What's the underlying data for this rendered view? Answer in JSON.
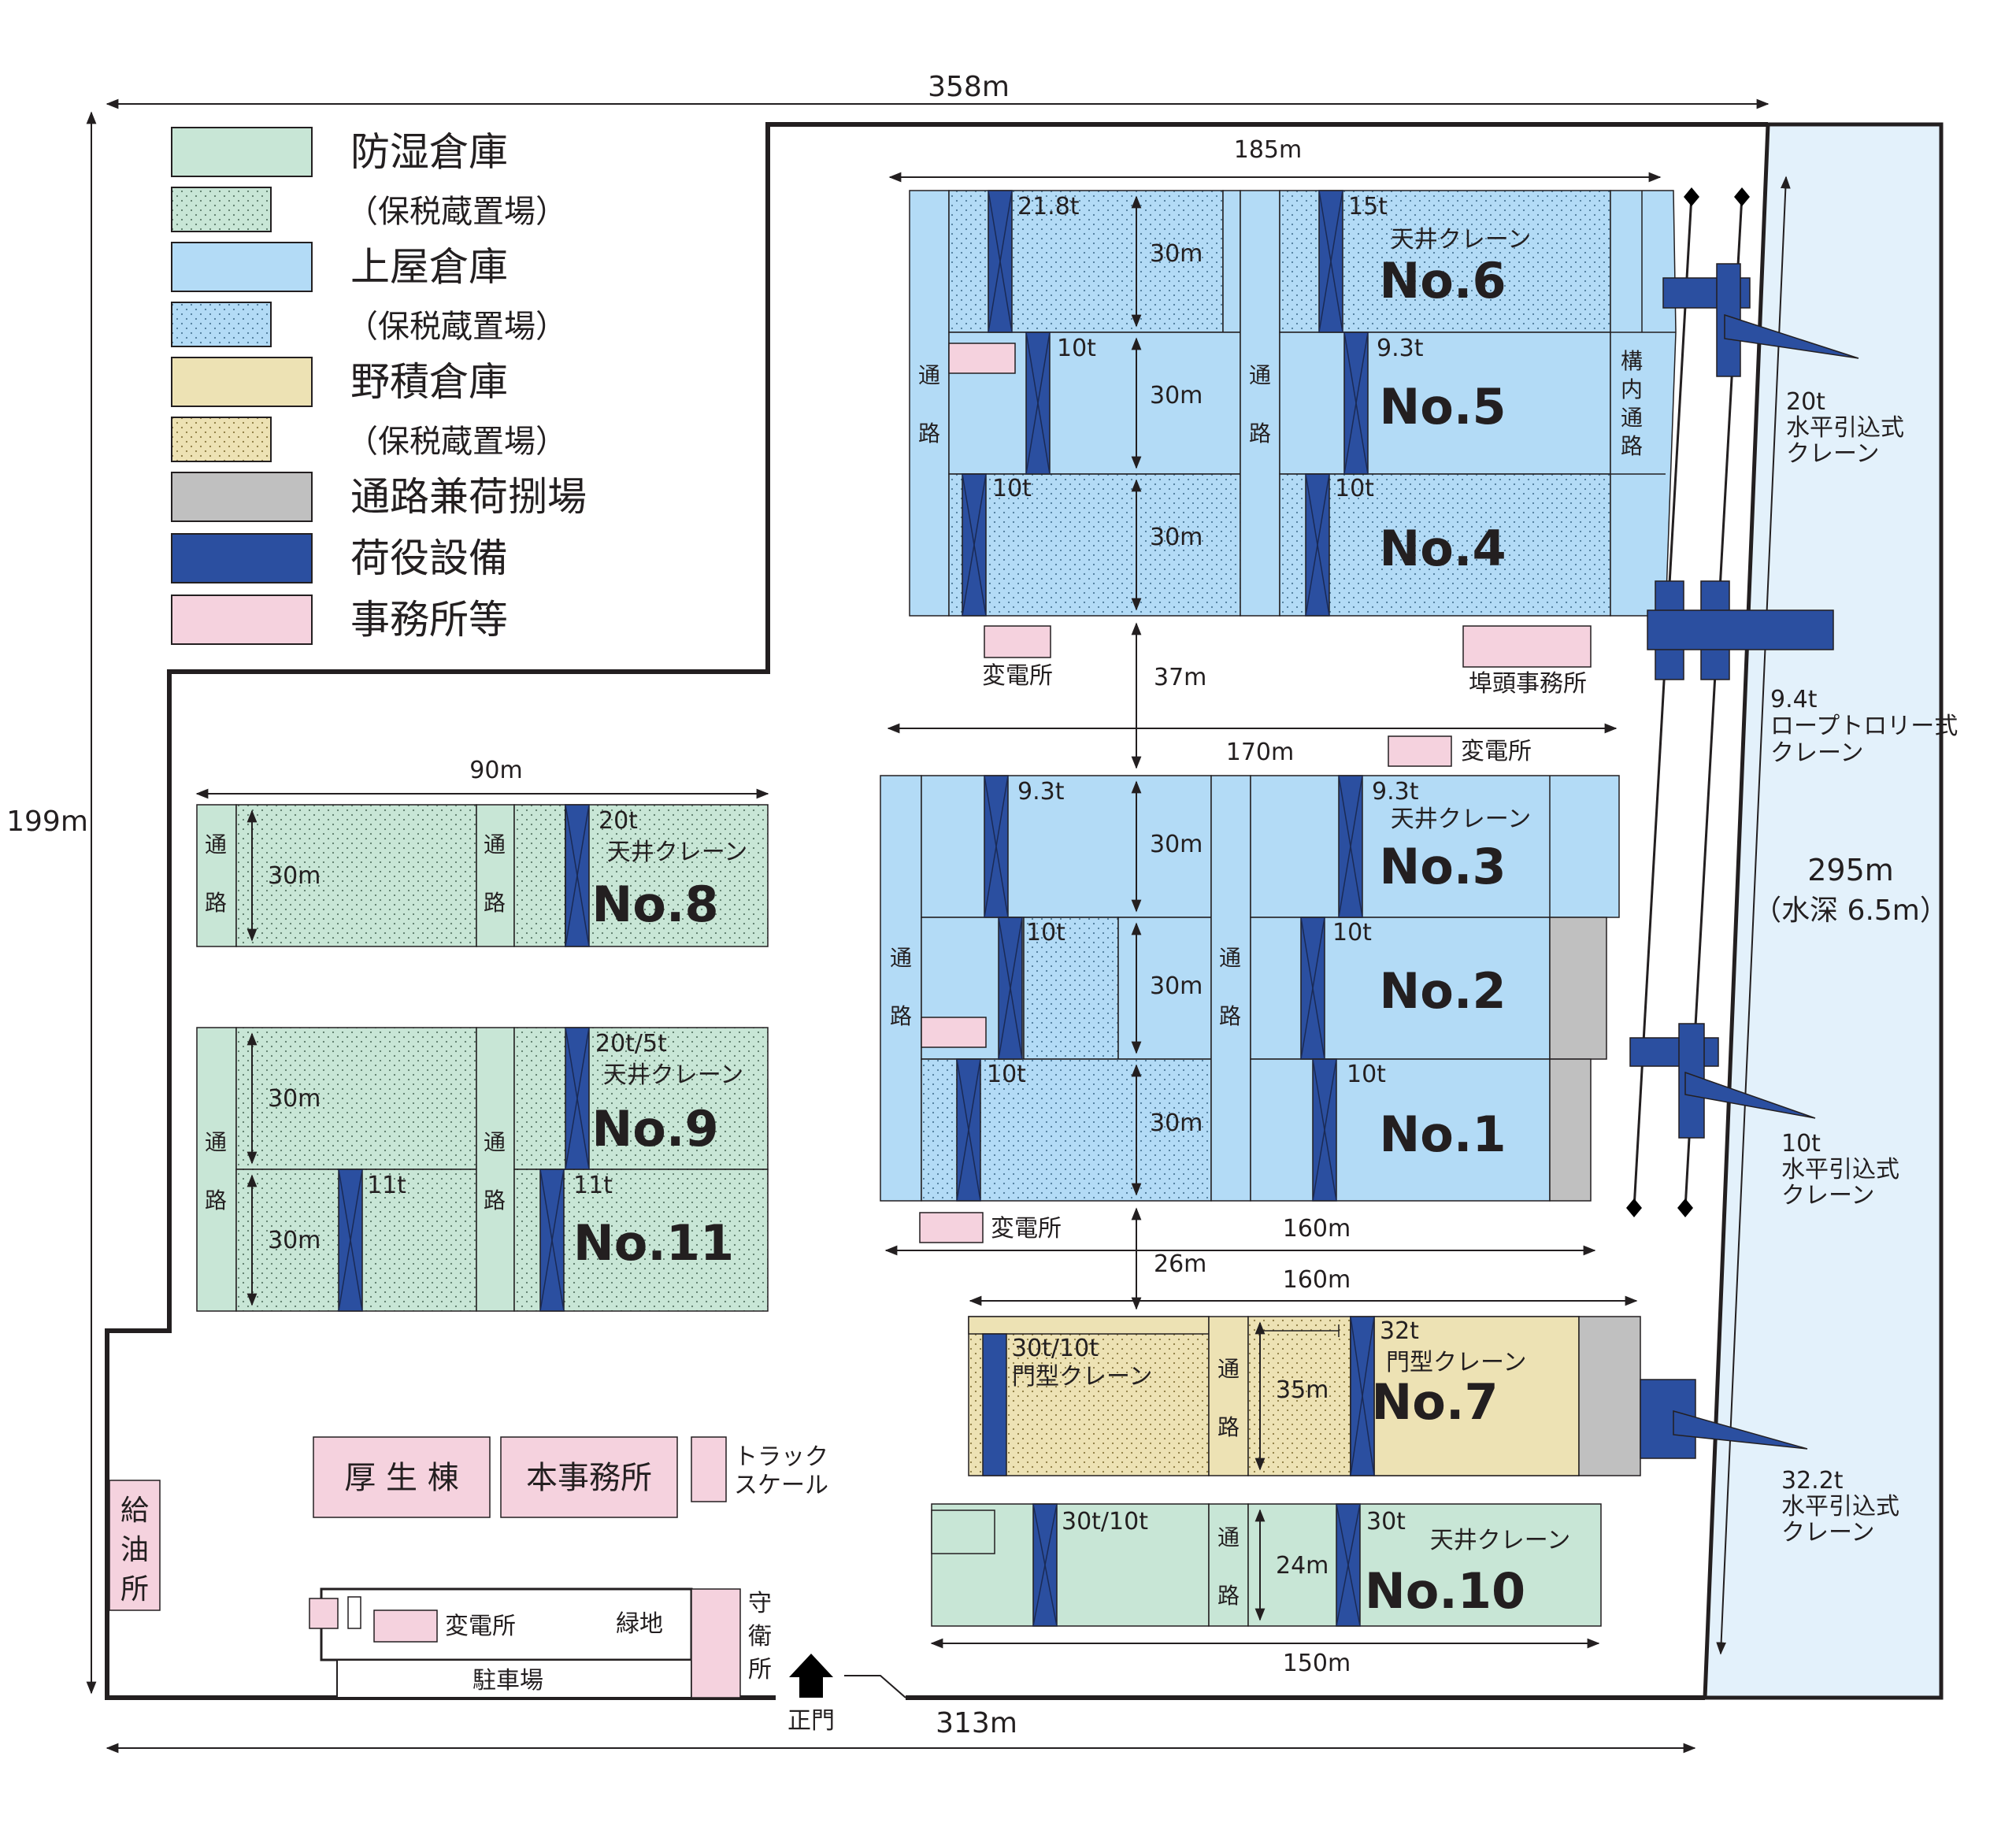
{
  "colors": {
    "moistureproof": "#c8e6d6",
    "shed": "#b3dbf6",
    "open": "#ede2b4",
    "passage_yard": "#c0c0c0",
    "handling": "#2b4fa0",
    "office": "#f5d2de",
    "water": "#e3f1fb",
    "line": "#231f20"
  },
  "legend": {
    "moistureproof": "防湿倉庫",
    "moistureproof_bonded": "（保税蔵置場）",
    "shed": "上屋倉庫",
    "shed_bonded": "（保税蔵置場）",
    "open": "野積倉庫",
    "open_bonded": "（保税蔵置場）",
    "passage_yard": "通路兼荷捌場",
    "handling": "荷役設備",
    "office": "事務所等"
  },
  "dimensions": {
    "site_width_top": "358m",
    "site_width_bottom": "313m",
    "site_height": "199m",
    "quay_length": "295m",
    "water_depth": "（水深 6.5m）",
    "block_top_width": "185m",
    "block_mid_width": "170m",
    "gap_37": "37m",
    "gap_26": "26m",
    "w_160a": "160m",
    "w_160b": "160m",
    "w_150": "150m",
    "w_90": "90m",
    "h_30": "30m",
    "h_35": "35m",
    "h_24": "24m"
  },
  "warehouses": {
    "no1": "No.1",
    "no2": "No.2",
    "no3": "No.3",
    "no4": "No.4",
    "no5": "No.5",
    "no6": "No.6",
    "no7": "No.7",
    "no8": "No.8",
    "no9": "No.9",
    "no10": "No.10",
    "no11": "No.11"
  },
  "capacities": {
    "c21_8": "21.8t",
    "c15": "15t",
    "c10a": "10t",
    "c9_3a": "9.3t",
    "c10b": "10t",
    "c10c": "10t",
    "c9_3b": "9.3t",
    "c9_3c": "9.3t",
    "c10d": "10t",
    "c10e": "10t",
    "c10f": "10t",
    "c10g": "10t",
    "c30_10a": "30t/10t",
    "c32": "32t",
    "c30_10b": "30t/10t",
    "c30": "30t",
    "c20": "20t",
    "c20_5": "20t/5t",
    "c11a": "11t",
    "c11b": "11t"
  },
  "crane_types": {
    "overhead": "天井クレーン",
    "gantry": "門型クレーン"
  },
  "labels": {
    "passage": "通路",
    "inner_passage": "構内通路",
    "substation": "変電所",
    "pier_office": "埠頭事務所",
    "welfare": "厚 生 棟",
    "main_office": "本事務所",
    "truck_scale": "トラック\nスケール",
    "fuel": "給油所",
    "guard": "守衛所",
    "green": "緑地",
    "parking": "駐車場",
    "main_gate": "正門"
  },
  "quay_cranes": {
    "c20_cap": "20t",
    "c20_type": "水平引込式",
    "c20_kind": "クレーン",
    "c94_cap": "9.4t",
    "c94_type": "ロープトロリー式",
    "c94_kind": "クレーン",
    "c10_cap": "10t",
    "c10_type": "水平引込式",
    "c10_kind": "クレーン",
    "c322_cap": "32.2t",
    "c322_type": "水平引込式",
    "c322_kind": "クレーン"
  }
}
